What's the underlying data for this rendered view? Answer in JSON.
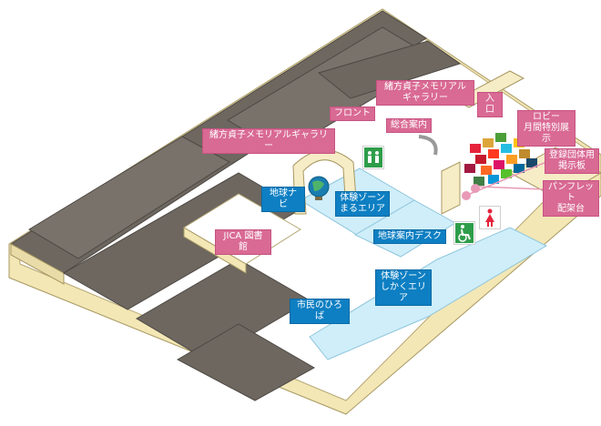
{
  "map": {
    "labels": {
      "ogata_memorial_gallery_top": "緒方貞子メモリアル\nギャラリー",
      "entrance": "入口",
      "front": "フロント",
      "lobby_exhibit": "ロビー\n月間特別展示",
      "information": "総合案内",
      "ogata_memorial_gallery_left": "緒方貞子メモリアルギャラリー",
      "registered_group_board": "登録団体用\n掲示板",
      "pamphlet_rack": "パンフレット\n配架台",
      "earth_navi": "地球ナビ",
      "experience_zone_maru": "体験ゾーン\nまるエリア",
      "jica_library": "JICA 図書館",
      "earth_info_desk": "地球案内デスク",
      "experience_zone_shikaku": "体験ゾーン\nしかくエリア",
      "citizens_plaza": "市民のひろば"
    },
    "icons": {
      "elevator": "elevator-icon",
      "accessible_toilet": "wheelchair-icon",
      "toilet": "restroom-icon"
    },
    "colors": {
      "pink_label": "#d96a93",
      "blue_label": "#0e7fc3",
      "zone_floor": "#cfeefa",
      "wall_top": "#f6ecc6",
      "dark_block": "#6d6760",
      "floor": "#ffffff"
    }
  }
}
